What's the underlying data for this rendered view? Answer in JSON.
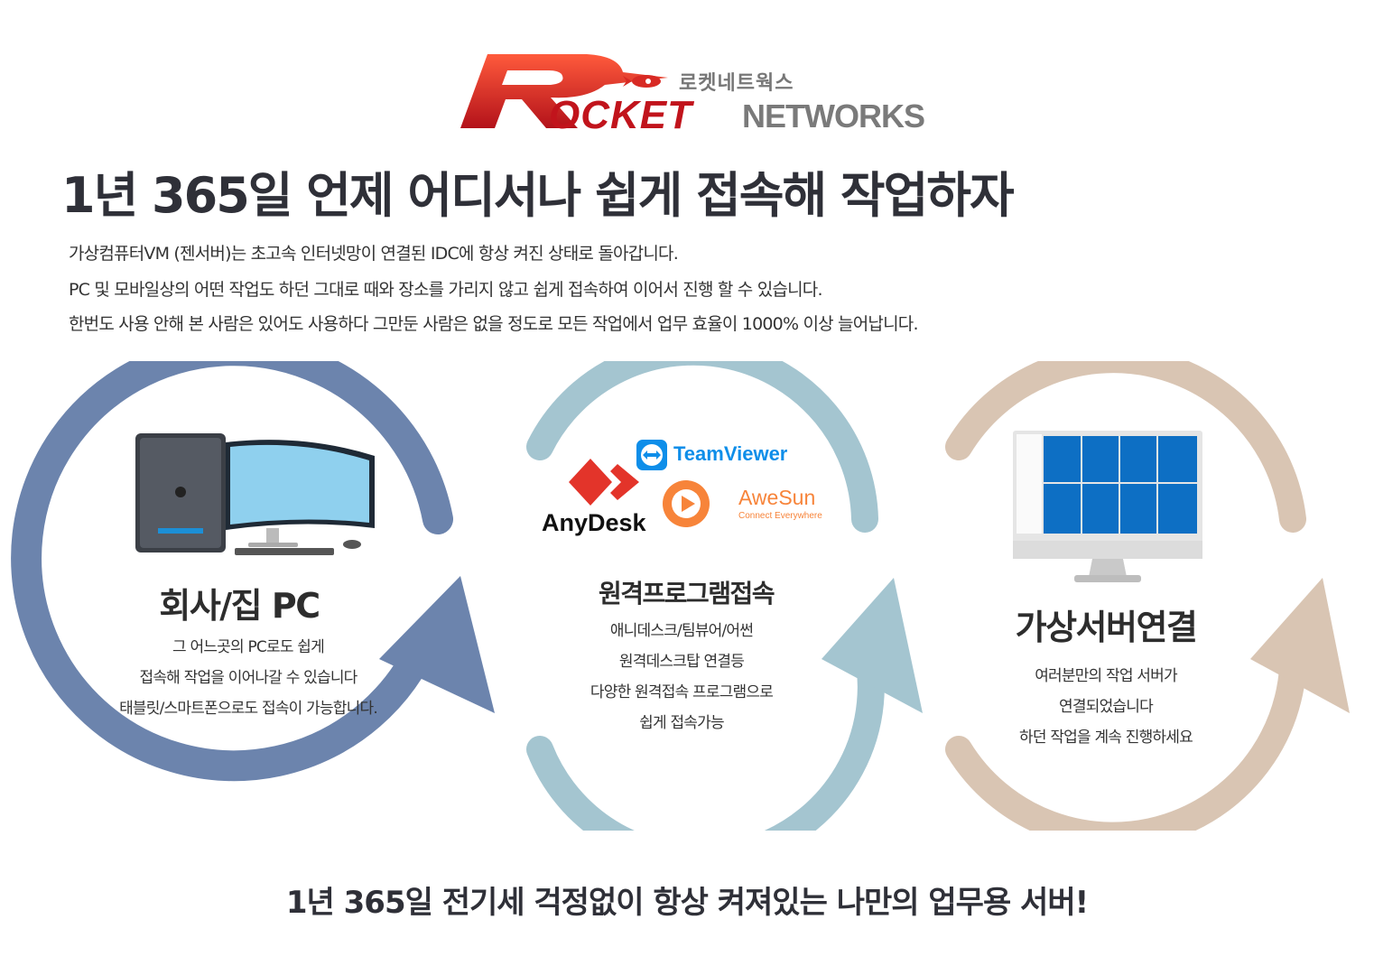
{
  "logo": {
    "korean": "로켓네트웍스",
    "english": "NETWORKS",
    "mark_letters": "ROCKET"
  },
  "headline": "1년 365일 언제 어디서나 쉽게 접속해 작업하자",
  "intro": [
    "가상컴퓨터VM (젠서버)는 초고속 인터넷망이 연결된 IDC에 항상 켜진 상태로 돌아갑니다.",
    "PC 및 모바일상의 어떤 작업도 하던 그대로 때와 장소를 가리지 않고 쉽게 접속하여 이어서 진행 할 수 있습니다.",
    "한번도 사용 안해 본 사람은 있어도 사용하다 그만둔 사람은 없을 정도로 모든 작업에서 업무 효율이 1000% 이상 늘어납니다."
  ],
  "steps": [
    {
      "title": "회사/집 PC",
      "color": "#6c84ad",
      "desc": [
        "그 어느곳의 PC로도 쉽게",
        "접속해 작업을 이어나갈 수 있습니다",
        "태블릿/스마트폰으로도 접속이 가능합니다."
      ]
    },
    {
      "title": "원격프로그램접속",
      "color": "#a4c5d0",
      "desc": [
        "애니데스크/팀뷰어/어썬",
        "원격데스크탑 연결등",
        "다양한 원격접속 프로그램으로",
        "쉽게 접속가능"
      ]
    },
    {
      "title": "가상서버연결",
      "color": "#d9c5b3",
      "desc": [
        "여러분만의 작업 서버가",
        "연결되었습니다",
        "하던 작업을 계속 진행하세요"
      ]
    }
  ],
  "tools": {
    "teamviewer": "TeamViewer",
    "anydesk": "AnyDesk",
    "awesun": "AweSun",
    "awesun_tagline": "Connect Everywhere"
  },
  "footer": "1년 365일 전기세 걱정없이 항상 켜져있는 나만의 업무용 서버!"
}
